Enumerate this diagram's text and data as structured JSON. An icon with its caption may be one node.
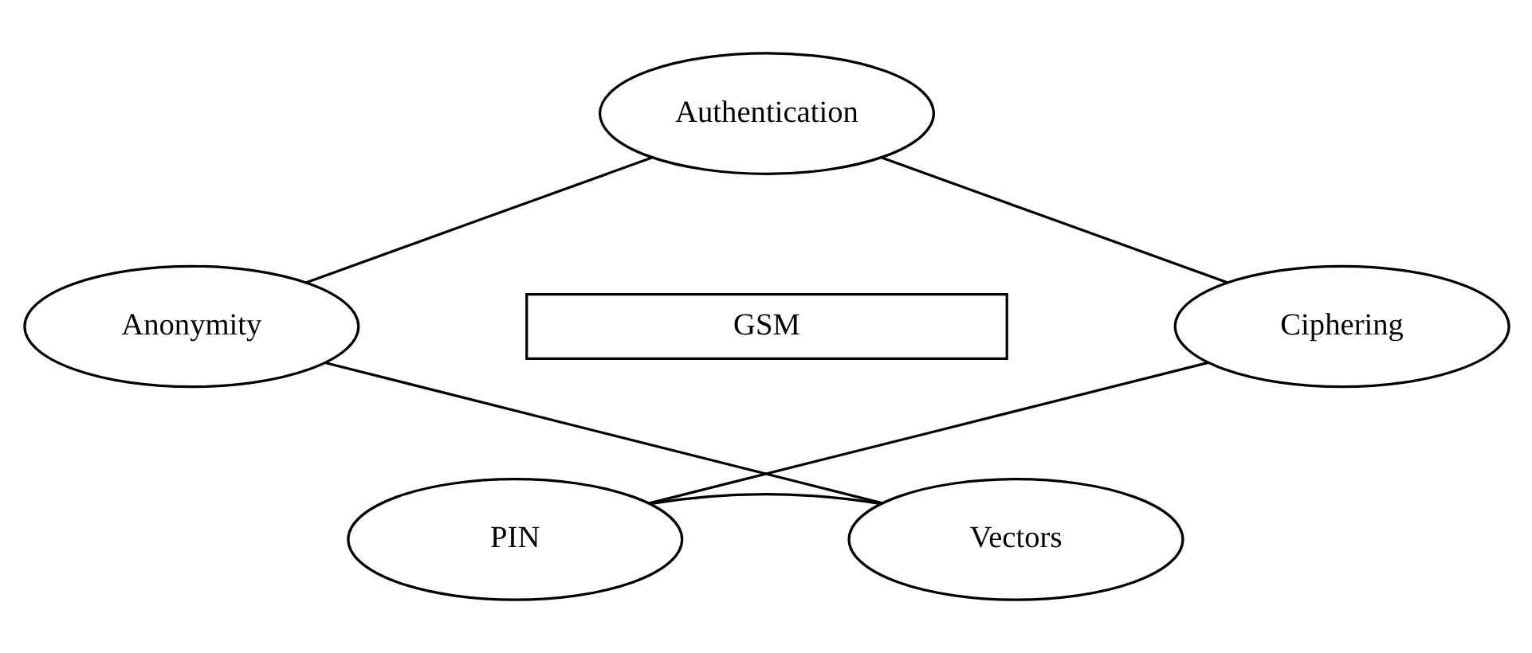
{
  "diagram": {
    "nodes": [
      {
        "text": [
          "Authentication"
        ]
      },
      {
        "text": [
          "Anonymity"
        ]
      },
      {
        "text": [
          "GSM"
        ]
      },
      {
        "text": [
          "Ciphering"
        ]
      },
      {
        "text": [
          "Vectors"
        ]
      },
      {
        "text": [
          "PIN"
        ]
      }
    ],
    "edges": [
      {
        "from": 0,
        "to": 3,
        "arrow": "none"
      },
      {
        "from": 3,
        "to": 5,
        "arrow": "none"
      },
      {
        "from": 5,
        "to": 4,
        "arrow": "none"
      },
      {
        "from": 4,
        "to": 1,
        "arrow": "none"
      },
      {
        "from": 1,
        "to": 0,
        "arrow": "none"
      }
    ]
  }
}
